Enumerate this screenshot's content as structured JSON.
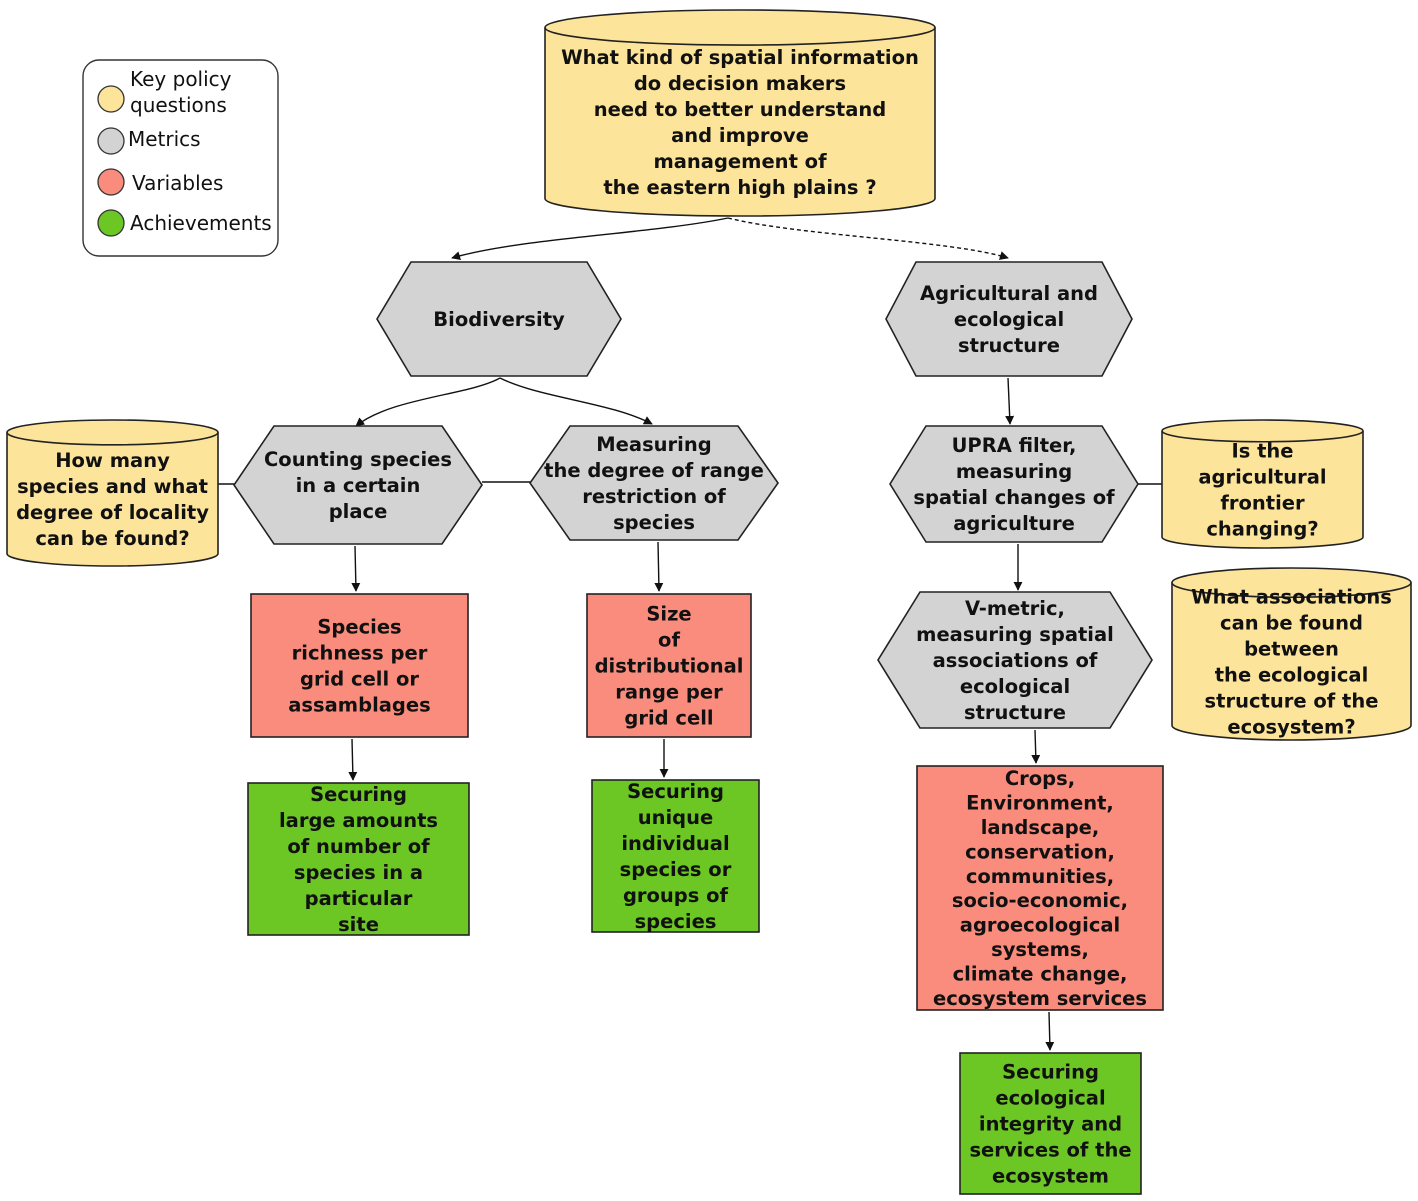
{
  "colors": {
    "question": "#fde49b",
    "metric": "#d3d3d3",
    "variable": "#f98c7c",
    "achievement": "#6cc623",
    "stroke": "#222222"
  },
  "legend": {
    "items": [
      {
        "kind": "question",
        "label": [
          "Key policy",
          "questions"
        ]
      },
      {
        "kind": "metric",
        "label": [
          "Metrics"
        ]
      },
      {
        "kind": "variable",
        "label": [
          "Variables"
        ]
      },
      {
        "kind": "achievement",
        "label": [
          "Achievements"
        ]
      }
    ]
  },
  "nodes": {
    "main_question": {
      "kind": "question",
      "lines": [
        "What kind of spatial information",
        "do decision makers",
        "need to better understand",
        "and improve",
        "management of",
        "the eastern high plains ?"
      ]
    },
    "biodiversity": {
      "kind": "metric",
      "lines": [
        "Biodiversity"
      ]
    },
    "agri_eco_structure": {
      "kind": "metric",
      "lines": [
        "Agricultural and",
        "ecological",
        "structure"
      ]
    },
    "counting_species": {
      "kind": "metric",
      "lines": [
        "Counting species",
        "in a certain",
        "place"
      ]
    },
    "range_restriction": {
      "kind": "metric",
      "lines": [
        "Measuring",
        "the degree of range",
        "restriction of",
        "species"
      ]
    },
    "upra_filter": {
      "kind": "metric",
      "lines": [
        "UPRA filter,",
        "measuring",
        "spatial changes of",
        "agriculture"
      ]
    },
    "v_metric": {
      "kind": "metric",
      "lines": [
        "V-metric,",
        "measuring spatial",
        "associations of",
        "ecological",
        "structure"
      ]
    },
    "q_species_locality": {
      "kind": "question",
      "lines": [
        "How many",
        "species and what",
        "degree of locality",
        "can be found?"
      ]
    },
    "q_agri_frontier": {
      "kind": "question",
      "lines": [
        "Is the",
        "agricultural",
        "frontier",
        "changing?"
      ]
    },
    "q_associations": {
      "kind": "question",
      "lines": [
        "What associations",
        "can be found",
        "between",
        "the ecological",
        "structure of the",
        "ecosystem?"
      ]
    },
    "species_richness": {
      "kind": "variable",
      "lines": [
        "Species",
        "richness per",
        "grid cell or",
        "assamblages"
      ]
    },
    "range_size": {
      "kind": "variable",
      "lines": [
        "Size",
        "of",
        "distributional",
        "range per",
        "grid cell"
      ]
    },
    "crops_etc": {
      "kind": "variable",
      "lines": [
        "Crops,",
        "Environment,",
        "landscape,",
        "conservation,",
        "communities,",
        "socio-economic,",
        "agroecological",
        "systems,",
        "climate change,",
        "ecosystem services"
      ]
    },
    "secure_large": {
      "kind": "achievement",
      "lines": [
        "Securing",
        "large amounts",
        "of number of",
        "species in a",
        "particular",
        "site"
      ]
    },
    "secure_unique": {
      "kind": "achievement",
      "lines": [
        "Securing",
        "unique",
        "individual",
        "species or",
        "groups of",
        "species"
      ]
    },
    "secure_integrity": {
      "kind": "achievement",
      "lines": [
        "Securing",
        "ecological",
        "integrity and",
        "services of the",
        "ecosystem"
      ]
    }
  },
  "edges": [
    {
      "from": "main_question",
      "to": "biodiversity",
      "style": "solid",
      "arrow": true
    },
    {
      "from": "main_question",
      "to": "agri_eco_structure",
      "style": "dashed",
      "arrow": true
    },
    {
      "from": "biodiversity",
      "to": "counting_species",
      "style": "solid",
      "arrow": true
    },
    {
      "from": "biodiversity",
      "to": "range_restriction",
      "style": "solid",
      "arrow": true
    },
    {
      "from": "agri_eco_structure",
      "to": "upra_filter",
      "style": "solid",
      "arrow": true
    },
    {
      "from": "upra_filter",
      "to": "v_metric",
      "style": "solid",
      "arrow": true
    },
    {
      "from": "counting_species",
      "to": "species_richness",
      "style": "solid",
      "arrow": true
    },
    {
      "from": "range_restriction",
      "to": "range_size",
      "style": "solid",
      "arrow": true
    },
    {
      "from": "v_metric",
      "to": "crops_etc",
      "style": "solid",
      "arrow": true
    },
    {
      "from": "species_richness",
      "to": "secure_large",
      "style": "solid",
      "arrow": true
    },
    {
      "from": "range_size",
      "to": "secure_unique",
      "style": "solid",
      "arrow": true
    },
    {
      "from": "crops_etc",
      "to": "secure_integrity",
      "style": "solid",
      "arrow": true
    },
    {
      "from": "q_species_locality",
      "to": "counting_species",
      "style": "solid",
      "arrow": false
    },
    {
      "from": "counting_species",
      "to": "range_restriction",
      "style": "solid",
      "arrow": false
    },
    {
      "from": "upra_filter",
      "to": "q_agri_frontier",
      "style": "solid",
      "arrow": false
    }
  ]
}
